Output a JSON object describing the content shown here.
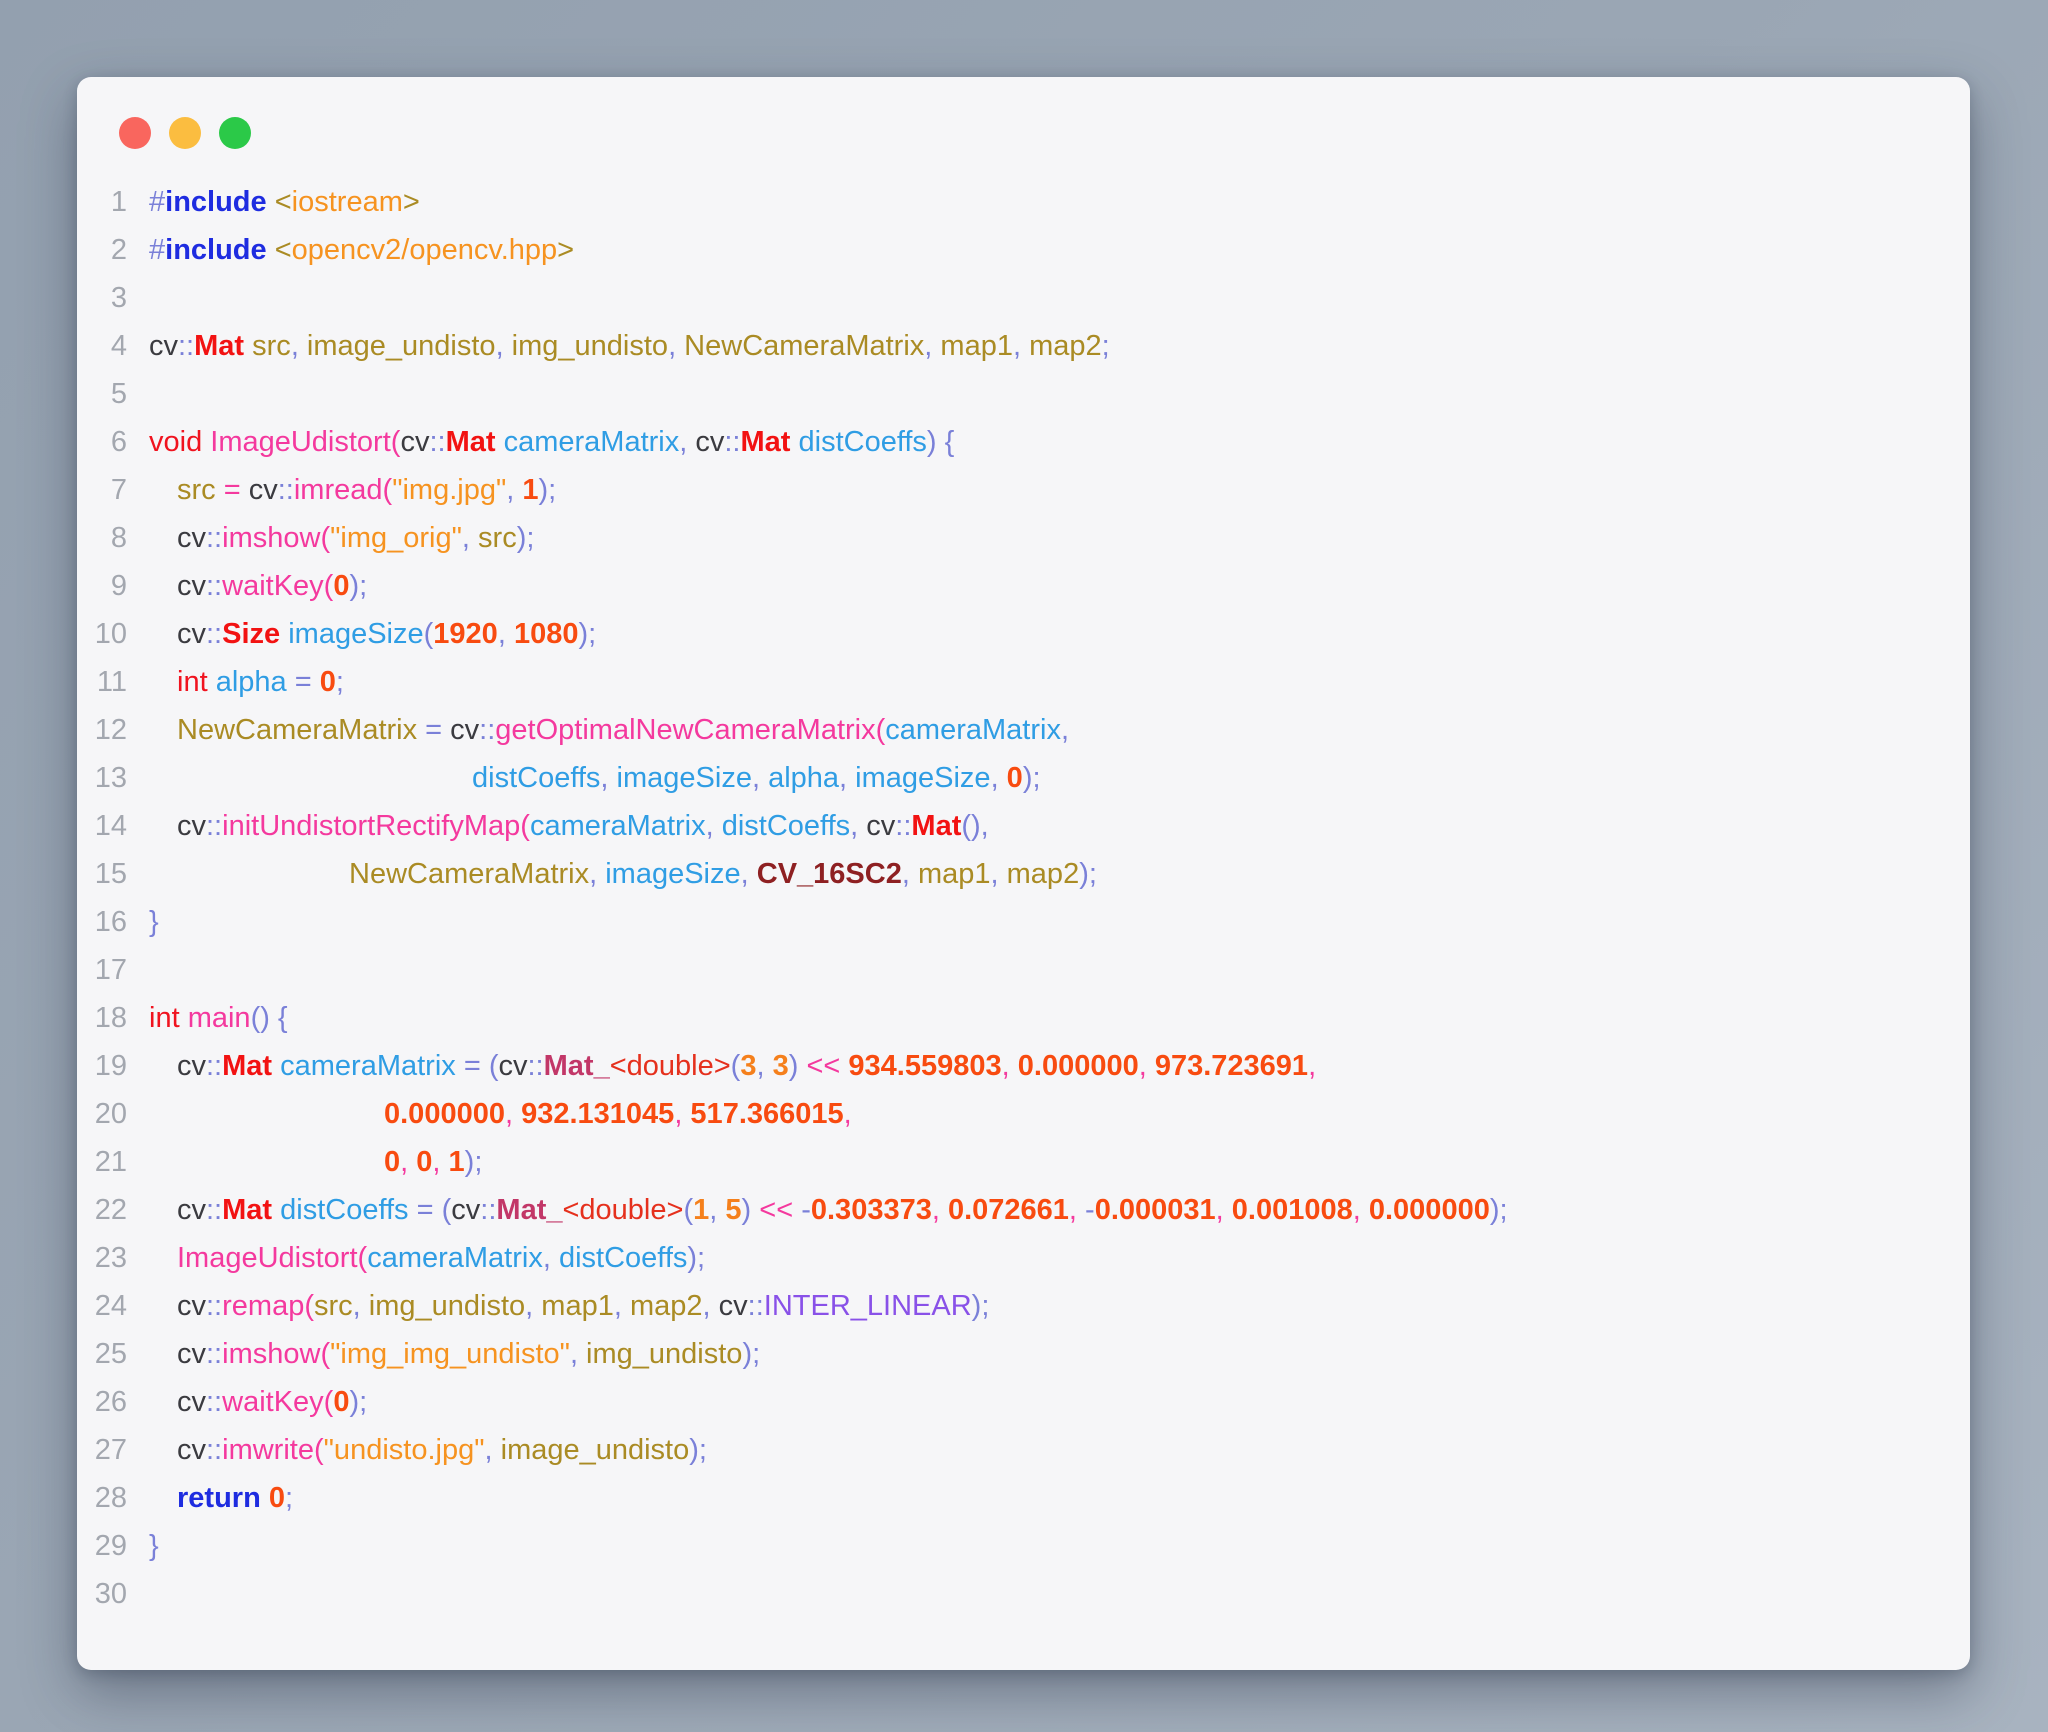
{
  "window": {
    "dots": [
      {
        "name": "close-button",
        "color": "#f9665e"
      },
      {
        "name": "minimize-button",
        "color": "#fbbd40"
      },
      {
        "name": "maximize-button",
        "color": "#2bc948"
      }
    ]
  },
  "code": {
    "colors": {
      "ln": "#a3a7af",
      "pl": "#3b3b40",
      "pu": "#7a80d8",
      "kb": "#1e2ce0",
      "kr": "#f0131f",
      "ty": "#f21212",
      "fn": "#f4399e",
      "pr": "#2f9de4",
      "id": "#aa8b24",
      "st": "#f69320",
      "nu": "#f84b10",
      "no": "#f5801c",
      "mc": "#c23768",
      "db": "#e5301d",
      "cm": "#8e2022",
      "cp": "#8951e8"
    },
    "bold_classes": [
      "kb",
      "ty",
      "nu",
      "no",
      "mc",
      "cm"
    ],
    "lines": [
      {
        "n": "1",
        "indent": 0,
        "seg": [
          [
            "pu",
            "#"
          ],
          [
            "kb",
            "include"
          ],
          [
            "pl",
            " "
          ],
          [
            "id",
            "<"
          ],
          [
            "st",
            "iostream"
          ],
          [
            "id",
            ">"
          ]
        ]
      },
      {
        "n": "2",
        "indent": 0,
        "seg": [
          [
            "pu",
            "#"
          ],
          [
            "kb",
            "include"
          ],
          [
            "pl",
            " "
          ],
          [
            "id",
            "<"
          ],
          [
            "st",
            "opencv2/opencv.hpp"
          ],
          [
            "id",
            ">"
          ]
        ]
      },
      {
        "n": "3",
        "indent": 0,
        "seg": []
      },
      {
        "n": "4",
        "indent": 0,
        "seg": [
          [
            "pl",
            "cv"
          ],
          [
            "pu",
            "::"
          ],
          [
            "ty",
            "Mat"
          ],
          [
            "pl",
            " "
          ],
          [
            "id",
            "src"
          ],
          [
            "pu",
            ","
          ],
          [
            "id",
            " image_undisto"
          ],
          [
            "pu",
            ","
          ],
          [
            "id",
            " img_undisto"
          ],
          [
            "pu",
            ","
          ],
          [
            "id",
            " NewCameraMatrix"
          ],
          [
            "pu",
            ","
          ],
          [
            "id",
            " map1"
          ],
          [
            "pu",
            ","
          ],
          [
            "id",
            " map2"
          ],
          [
            "pu",
            ";"
          ]
        ]
      },
      {
        "n": "5",
        "indent": 0,
        "seg": []
      },
      {
        "n": "6",
        "indent": 0,
        "seg": [
          [
            "kr",
            "void"
          ],
          [
            "fn",
            " ImageUdistort"
          ],
          [
            "fn",
            "("
          ],
          [
            "pl",
            "cv"
          ],
          [
            "pu",
            "::"
          ],
          [
            "ty",
            "Mat"
          ],
          [
            "pr",
            " cameraMatrix"
          ],
          [
            "pu",
            ","
          ],
          [
            "pl",
            " cv"
          ],
          [
            "pu",
            "::"
          ],
          [
            "ty",
            "Mat"
          ],
          [
            "pr",
            " distCoeffs"
          ],
          [
            "pu",
            ") {"
          ]
        ]
      },
      {
        "n": "7",
        "indent": 28,
        "seg": [
          [
            "id",
            "src"
          ],
          [
            "fn",
            " = "
          ],
          [
            "pl",
            "cv"
          ],
          [
            "pu",
            "::"
          ],
          [
            "fn",
            "imread"
          ],
          [
            "fn",
            "("
          ],
          [
            "st",
            "\"img.jpg\""
          ],
          [
            "pu",
            ","
          ],
          [
            "nu",
            " 1"
          ],
          [
            "pu",
            ");"
          ]
        ]
      },
      {
        "n": "8",
        "indent": 28,
        "seg": [
          [
            "pl",
            "cv"
          ],
          [
            "pu",
            "::"
          ],
          [
            "fn",
            "imshow"
          ],
          [
            "fn",
            "("
          ],
          [
            "st",
            "\"img_orig\""
          ],
          [
            "pu",
            ","
          ],
          [
            "id",
            " src"
          ],
          [
            "pu",
            ");"
          ]
        ]
      },
      {
        "n": "9",
        "indent": 28,
        "seg": [
          [
            "pl",
            "cv"
          ],
          [
            "pu",
            "::"
          ],
          [
            "fn",
            "waitKey"
          ],
          [
            "fn",
            "("
          ],
          [
            "nu",
            "0"
          ],
          [
            "pu",
            ");"
          ]
        ]
      },
      {
        "n": "10",
        "indent": 28,
        "seg": [
          [
            "pl",
            "cv"
          ],
          [
            "pu",
            "::"
          ],
          [
            "ty",
            "Size"
          ],
          [
            "pr",
            " imageSize"
          ],
          [
            "pu",
            "("
          ],
          [
            "nu",
            "1920"
          ],
          [
            "pu",
            ", "
          ],
          [
            "nu",
            "1080"
          ],
          [
            "pu",
            ");"
          ]
        ]
      },
      {
        "n": "11",
        "indent": 28,
        "seg": [
          [
            "kr",
            "int"
          ],
          [
            "pr",
            " alpha"
          ],
          [
            "pu",
            " = "
          ],
          [
            "nu",
            "0"
          ],
          [
            "pu",
            ";"
          ]
        ]
      },
      {
        "n": "12",
        "indent": 28,
        "seg": [
          [
            "id",
            "NewCameraMatrix"
          ],
          [
            "pu",
            " = "
          ],
          [
            "pl",
            "cv"
          ],
          [
            "pu",
            "::"
          ],
          [
            "fn",
            "getOptimalNewCameraMatrix"
          ],
          [
            "fn",
            "("
          ],
          [
            "pr",
            "cameraMatrix"
          ],
          [
            "pu",
            ","
          ]
        ]
      },
      {
        "n": "13",
        "indent": 323,
        "seg": [
          [
            "pr",
            "distCoeffs"
          ],
          [
            "pu",
            ","
          ],
          [
            "pr",
            " imageSize"
          ],
          [
            "pu",
            ","
          ],
          [
            "pr",
            " alpha"
          ],
          [
            "pu",
            ","
          ],
          [
            "pr",
            " imageSize"
          ],
          [
            "pu",
            ","
          ],
          [
            "nu",
            " 0"
          ],
          [
            "pu",
            ");"
          ]
        ]
      },
      {
        "n": "14",
        "indent": 28,
        "seg": [
          [
            "pl",
            "cv"
          ],
          [
            "pu",
            "::"
          ],
          [
            "fn",
            "initUndistortRectifyMap"
          ],
          [
            "fn",
            "("
          ],
          [
            "pr",
            "cameraMatrix"
          ],
          [
            "pu",
            ","
          ],
          [
            "pr",
            " distCoeffs"
          ],
          [
            "pu",
            ","
          ],
          [
            "pl",
            " cv"
          ],
          [
            "pu",
            "::"
          ],
          [
            "ty",
            "Mat"
          ],
          [
            "pu",
            "(),"
          ]
        ]
      },
      {
        "n": "15",
        "indent": 200,
        "seg": [
          [
            "id",
            "NewCameraMatrix"
          ],
          [
            "pu",
            ","
          ],
          [
            "pr",
            " imageSize"
          ],
          [
            "pu",
            ","
          ],
          [
            "cm",
            " CV_16SC2"
          ],
          [
            "pu",
            ","
          ],
          [
            "id",
            " map1"
          ],
          [
            "pu",
            ","
          ],
          [
            "id",
            " map2"
          ],
          [
            "pu",
            ");"
          ]
        ]
      },
      {
        "n": "16",
        "indent": 0,
        "seg": [
          [
            "pu",
            "}"
          ]
        ]
      },
      {
        "n": "17",
        "indent": 0,
        "seg": []
      },
      {
        "n": "18",
        "indent": 0,
        "seg": [
          [
            "kr",
            "int"
          ],
          [
            "fn",
            " main"
          ],
          [
            "pu",
            "() {"
          ]
        ]
      },
      {
        "n": "19",
        "indent": 28,
        "seg": [
          [
            "pl",
            "cv"
          ],
          [
            "pu",
            "::"
          ],
          [
            "ty",
            "Mat"
          ],
          [
            "pr",
            " cameraMatrix"
          ],
          [
            "pu",
            " = ("
          ],
          [
            "pl",
            "cv"
          ],
          [
            "pu",
            "::"
          ],
          [
            "mc",
            "Mat_"
          ],
          [
            "db",
            "<double>"
          ],
          [
            "pu",
            "("
          ],
          [
            "no",
            "3"
          ],
          [
            "pu",
            ", "
          ],
          [
            "no",
            "3"
          ],
          [
            "pu",
            ")"
          ],
          [
            "fn",
            " << "
          ],
          [
            "nu",
            "934.559803"
          ],
          [
            "fn",
            ","
          ],
          [
            "nu",
            " 0.000000"
          ],
          [
            "fn",
            ","
          ],
          [
            "nu",
            " 973.723691"
          ],
          [
            "fn",
            ","
          ]
        ]
      },
      {
        "n": "20",
        "indent": 235,
        "seg": [
          [
            "nu",
            "0.000000"
          ],
          [
            "fn",
            ","
          ],
          [
            "nu",
            " 932.131045"
          ],
          [
            "fn",
            ","
          ],
          [
            "nu",
            " 517.366015"
          ],
          [
            "fn",
            ","
          ]
        ]
      },
      {
        "n": "21",
        "indent": 235,
        "seg": [
          [
            "nu",
            "0"
          ],
          [
            "fn",
            ", "
          ],
          [
            "nu",
            "0"
          ],
          [
            "fn",
            ", "
          ],
          [
            "nu",
            "1"
          ],
          [
            "pu",
            ");"
          ]
        ]
      },
      {
        "n": "22",
        "indent": 28,
        "seg": [
          [
            "pl",
            "cv"
          ],
          [
            "pu",
            "::"
          ],
          [
            "ty",
            "Mat"
          ],
          [
            "pr",
            " distCoeffs"
          ],
          [
            "pu",
            " = ("
          ],
          [
            "pl",
            "cv"
          ],
          [
            "pu",
            "::"
          ],
          [
            "mc",
            "Mat_"
          ],
          [
            "db",
            "<double>"
          ],
          [
            "pu",
            "("
          ],
          [
            "no",
            "1"
          ],
          [
            "pu",
            ", "
          ],
          [
            "no",
            "5"
          ],
          [
            "pu",
            ")"
          ],
          [
            "fn",
            " << "
          ],
          [
            "pu",
            "-"
          ],
          [
            "nu",
            "0.303373"
          ],
          [
            "fn",
            ","
          ],
          [
            "nu",
            " 0.072661"
          ],
          [
            "fn",
            ","
          ],
          [
            "pu",
            " -"
          ],
          [
            "nu",
            "0.000031"
          ],
          [
            "fn",
            ","
          ],
          [
            "nu",
            " 0.001008"
          ],
          [
            "fn",
            ","
          ],
          [
            "nu",
            " 0.000000"
          ],
          [
            "pu",
            ");"
          ]
        ]
      },
      {
        "n": "23",
        "indent": 28,
        "seg": [
          [
            "fn",
            "ImageUdistort"
          ],
          [
            "fn",
            "("
          ],
          [
            "pr",
            "cameraMatrix"
          ],
          [
            "pu",
            ","
          ],
          [
            "pr",
            " distCoeffs"
          ],
          [
            "pu",
            ");"
          ]
        ]
      },
      {
        "n": "24",
        "indent": 28,
        "seg": [
          [
            "pl",
            "cv"
          ],
          [
            "pu",
            "::"
          ],
          [
            "fn",
            "remap"
          ],
          [
            "fn",
            "("
          ],
          [
            "id",
            "src"
          ],
          [
            "pu",
            ","
          ],
          [
            "id",
            " img_undisto"
          ],
          [
            "pu",
            ","
          ],
          [
            "id",
            " map1"
          ],
          [
            "pu",
            ","
          ],
          [
            "id",
            " map2"
          ],
          [
            "pu",
            ","
          ],
          [
            "pl",
            " cv"
          ],
          [
            "pu",
            "::"
          ],
          [
            "cp",
            "INTER_LINEAR"
          ],
          [
            "pu",
            ");"
          ]
        ]
      },
      {
        "n": "25",
        "indent": 28,
        "seg": [
          [
            "pl",
            "cv"
          ],
          [
            "pu",
            "::"
          ],
          [
            "fn",
            "imshow"
          ],
          [
            "fn",
            "("
          ],
          [
            "st",
            "\"img_img_undisto\""
          ],
          [
            "pu",
            ","
          ],
          [
            "id",
            " img_undisto"
          ],
          [
            "pu",
            ");"
          ]
        ]
      },
      {
        "n": "26",
        "indent": 28,
        "seg": [
          [
            "pl",
            "cv"
          ],
          [
            "pu",
            "::"
          ],
          [
            "fn",
            "waitKey"
          ],
          [
            "fn",
            "("
          ],
          [
            "nu",
            "0"
          ],
          [
            "pu",
            ");"
          ]
        ]
      },
      {
        "n": "27",
        "indent": 28,
        "seg": [
          [
            "pl",
            "cv"
          ],
          [
            "pu",
            "::"
          ],
          [
            "fn",
            "imwrite"
          ],
          [
            "fn",
            "("
          ],
          [
            "st",
            "\"undisto.jpg\""
          ],
          [
            "pu",
            ","
          ],
          [
            "id",
            " image_undisto"
          ],
          [
            "pu",
            ");"
          ]
        ]
      },
      {
        "n": "28",
        "indent": 28,
        "seg": [
          [
            "kb",
            "return"
          ],
          [
            "nu",
            " 0"
          ],
          [
            "pu",
            ";"
          ]
        ]
      },
      {
        "n": "29",
        "indent": 0,
        "seg": [
          [
            "pu",
            "}"
          ]
        ]
      },
      {
        "n": "30",
        "indent": 0,
        "seg": []
      }
    ]
  }
}
